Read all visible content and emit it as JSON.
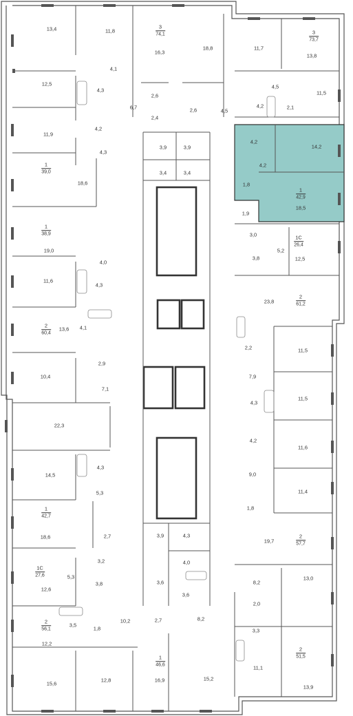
{
  "colors": {
    "wall": "#555555",
    "thick": "#333333",
    "window": "#cfcfcf",
    "highlight": "#95cbc8",
    "fixture": "#8a8a8a"
  },
  "apartments": [
    {
      "id": "apt-3-741",
      "rooms": "3",
      "area": "74,1"
    },
    {
      "id": "apt-3-737",
      "rooms": "3",
      "area": "73,7"
    },
    {
      "id": "apt-1-390",
      "rooms": "1",
      "area": "39,0"
    },
    {
      "id": "apt-1-429",
      "rooms": "1",
      "area": "42,9",
      "highlighted": true
    },
    {
      "id": "apt-1-389",
      "rooms": "1",
      "area": "38,9"
    },
    {
      "id": "apt-1c-264",
      "rooms": "1С",
      "area": "26,4"
    },
    {
      "id": "apt-2-612",
      "rooms": "2",
      "area": "61,2"
    },
    {
      "id": "apt-2-604",
      "rooms": "2",
      "area": "60,4"
    },
    {
      "id": "apt-1-427",
      "rooms": "1",
      "area": "42,7"
    },
    {
      "id": "apt-2-577",
      "rooms": "2",
      "area": "57,7"
    },
    {
      "id": "apt-1c-276",
      "rooms": "1С",
      "area": "27,6"
    },
    {
      "id": "apt-2-561",
      "rooms": "2",
      "area": "56,1"
    },
    {
      "id": "apt-2-515",
      "rooms": "2",
      "area": "51,5"
    },
    {
      "id": "apt-1-466",
      "rooms": "1",
      "area": "46,6"
    }
  ],
  "room_labels": [
    "13,4",
    "11,8",
    "16,3",
    "18,8",
    "11,7",
    "13,8",
    "12,5",
    "4,1",
    "4,3",
    "6,7",
    "2,6",
    "2,6",
    "4,5",
    "4,5",
    "4,2",
    "2,1",
    "11,5",
    "11,9",
    "4,2",
    "2,4",
    "4,3",
    "3,9",
    "3,9",
    "4,2",
    "14,2",
    "18,6",
    "3,4",
    "3,4",
    "4,2",
    "1,8",
    "18,5",
    "19,0",
    "1,9",
    "3,0",
    "5,2",
    "4,0",
    "3,8",
    "12,5",
    "11,6",
    "4,3",
    "23,8",
    "4,1",
    "13,6",
    "2,2",
    "11,5",
    "10,4",
    "2,9",
    "7,1",
    "7,9",
    "11,5",
    "22,3",
    "4,3",
    "4,2",
    "11,6",
    "14,5",
    "4,3",
    "5,3",
    "9,0",
    "11,4",
    "18,6",
    "2,7",
    "1,8",
    "3,9",
    "4,3",
    "19,7",
    "3,2",
    "4,0",
    "5,3",
    "12,6",
    "3,8",
    "3,6",
    "3,6",
    "8,2",
    "13,0",
    "2,0",
    "10,2",
    "3,5",
    "1,8",
    "12,2",
    "2,7",
    "8,2",
    "3,3",
    "15,6",
    "12,8",
    "16,9",
    "15,2",
    "11,1",
    "13,9"
  ]
}
